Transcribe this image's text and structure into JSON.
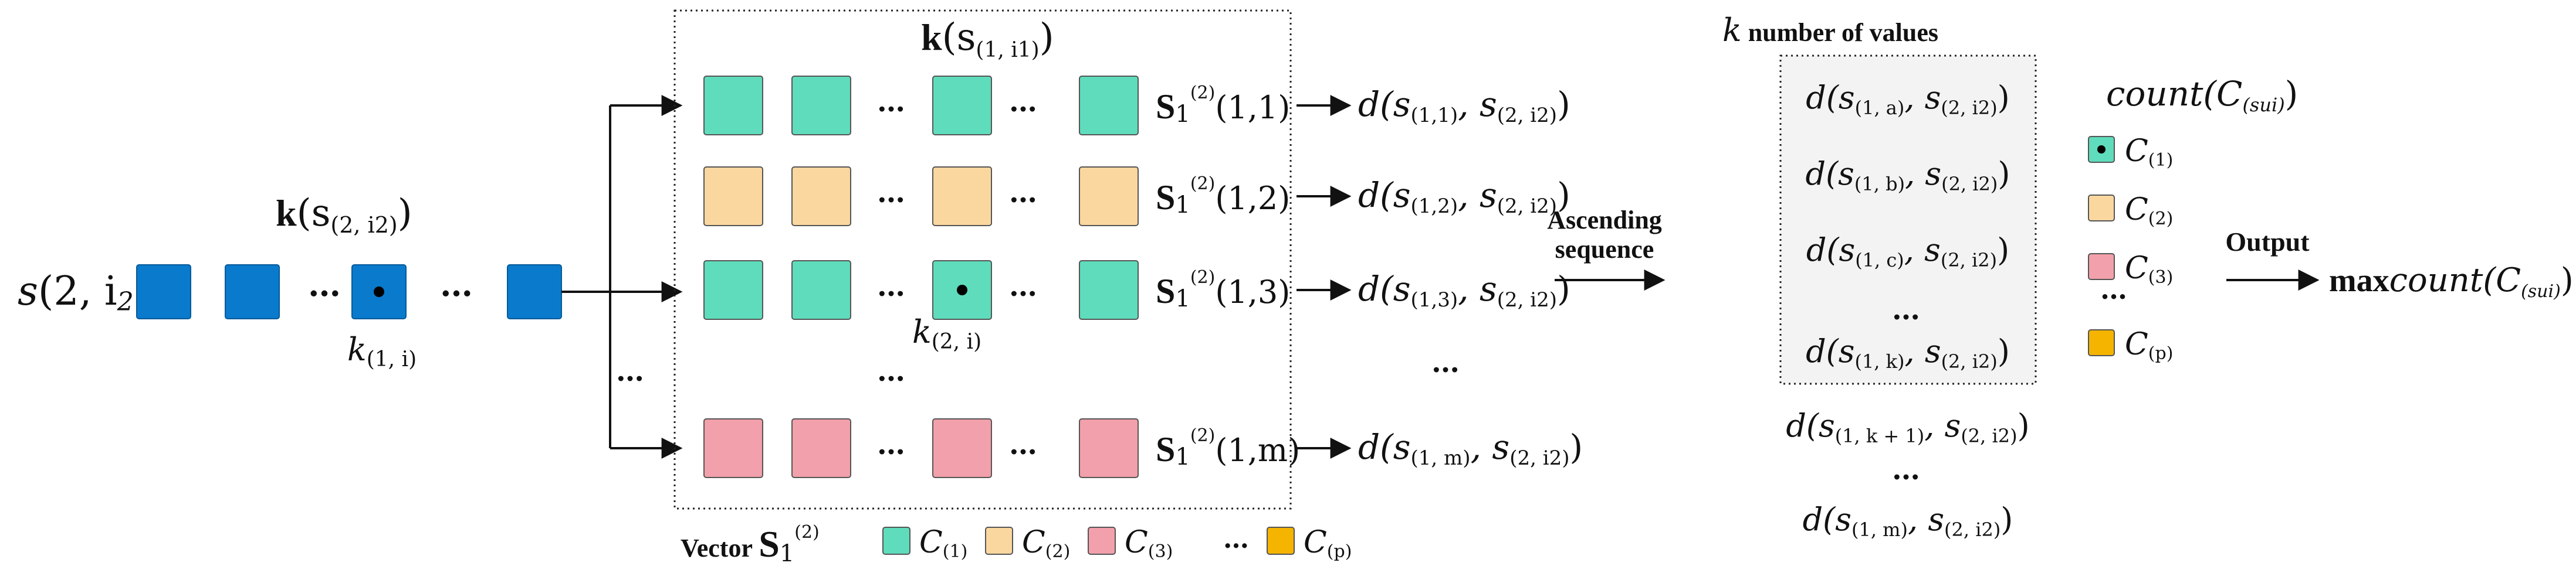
{
  "input": {
    "label_main": "s",
    "label_args": "(2, i",
    "label_sub": "2",
    "label_close": ")",
    "vector_label_bold": "k",
    "vector_label_args": "(s",
    "vector_label_sub": "(2, i2)",
    "vector_label_close": ")",
    "point_label_main": "k",
    "point_label_sub": "(1, i)",
    "ellipsis": "…"
  },
  "matrix": {
    "title_bold": "k",
    "title_args": "(s",
    "title_sub": "(1, i1)",
    "title_close": ")",
    "point_label_main": "k",
    "point_label_sub": "(2, i)",
    "rows": [
      {
        "class": "C1",
        "label_bold": "S",
        "label_sub": "1",
        "label_sup": "(2)",
        "label_idx": "(1,1)",
        "dist_main": "d(s",
        "dist_sub1": "(1,1)",
        "dist_mid": ", s",
        "dist_sub2": "(2, i2)",
        "dist_end": ")"
      },
      {
        "class": "C2",
        "label_bold": "S",
        "label_sub": "1",
        "label_sup": "(2)",
        "label_idx": "(1,2)",
        "dist_main": "d(s",
        "dist_sub1": "(1,2)",
        "dist_mid": ", s",
        "dist_sub2": "(2, i2)",
        "dist_end": ")"
      },
      {
        "class": "C1",
        "label_bold": "S",
        "label_sub": "1",
        "label_sup": "(2)",
        "label_idx": "(1,3)",
        "dist_main": "d(s",
        "dist_sub1": "(1,3)",
        "dist_mid": ", s",
        "dist_sub2": "(2, i2)",
        "dist_end": ")"
      },
      {
        "class": "C3",
        "label_bold": "S",
        "label_sub": "1",
        "label_sup": "(2)",
        "label_idx": "(1,m)",
        "dist_main": "d(s",
        "dist_sub1": "(1, m)",
        "dist_mid": ", s",
        "dist_sub2": "(2, i2)",
        "dist_end": ")"
      }
    ],
    "ellipsis": "…"
  },
  "legend": {
    "title_bold": "Vector ",
    "title_S": "S",
    "title_sub": "1",
    "title_sup": "(2)",
    "items": [
      {
        "class": "C1",
        "main": "C",
        "sub": "(1)"
      },
      {
        "class": "C2",
        "main": "C",
        "sub": "(2)"
      },
      {
        "class": "C3",
        "main": "C",
        "sub": "(3)"
      },
      {
        "class": "Cp",
        "main": "C",
        "sub": "(p)"
      }
    ],
    "ellipsis": "…"
  },
  "sort": {
    "label_line1": "Ascending",
    "label_line2": "sequence"
  },
  "kvalues": {
    "title_italic": "k",
    "title_rest": " number of values",
    "items": [
      {
        "main": "d(s",
        "sub1": "(1, a)",
        "mid": ", s",
        "sub2": "(2, i2)",
        "end": ")"
      },
      {
        "main": "d(s",
        "sub1": "(1, b)",
        "mid": ", s",
        "sub2": "(2, i2)",
        "end": ")"
      },
      {
        "main": "d(s",
        "sub1": "(1, c)",
        "mid": ", s",
        "sub2": "(2, i2)",
        "end": ")"
      },
      {
        "main": "d(s",
        "sub1": "(1, k)",
        "mid": ", s",
        "sub2": "(2, i2)",
        "end": ")"
      }
    ],
    "after": [
      {
        "main": "d(s",
        "sub1": "(1, k + 1)",
        "mid": ", s",
        "sub2": "(2, i2)",
        "end": ")"
      },
      {
        "main": "d(s",
        "sub1": "(1, m)",
        "mid": ", s",
        "sub2": "(2, i2)",
        "end": ")"
      }
    ],
    "ellipsis": "…"
  },
  "count": {
    "title_main": "count",
    "title_open": "(C",
    "title_sub": "(sui)",
    "title_close": ")",
    "items": [
      {
        "class": "C1",
        "main": "C",
        "sub": "(1)"
      },
      {
        "class": "C2",
        "main": "C",
        "sub": "(2)"
      },
      {
        "class": "C3",
        "main": "C",
        "sub": "(3)"
      },
      {
        "class": "Cp",
        "main": "C",
        "sub": "(p)"
      }
    ],
    "ellipsis": "…"
  },
  "output": {
    "arrow_label": "Output",
    "result_bold": "max",
    "result_italic": "count",
    "result_open": "(C",
    "result_sub": "(sui)",
    "result_close": ")"
  },
  "colors": {
    "input_blue": "#0a7acd",
    "C1": "#5fdcbc",
    "C2": "#fbd7a0",
    "C3": "#f2a0ab",
    "Cp": "#f5b400",
    "stroke": "#555555"
  }
}
